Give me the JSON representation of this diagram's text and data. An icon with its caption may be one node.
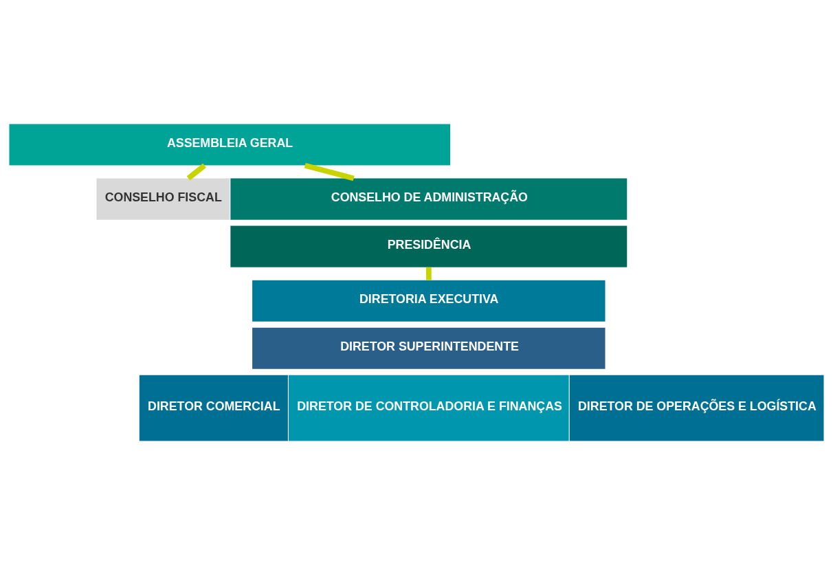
{
  "diagram": {
    "nodes": [
      {
        "text": [
          "ASSEMBLEIA GERAL"
        ]
      },
      {
        "text": [
          "CONSELHO FISCAL"
        ]
      },
      {
        "text": [
          "CONSELHO DE ADMINISTRAÇÃO"
        ]
      },
      {
        "text": [
          "PRESIDÊNCIA"
        ]
      },
      {
        "text": [
          "DIRETORIA EXECUTIVA"
        ]
      },
      {
        "text": [
          "DIRETOR SUPERINTENDENTE"
        ]
      },
      {
        "text": [
          "DIRETOR COMERCIAL"
        ]
      },
      {
        "text": [
          "DIRETOR DE CONTROLADORIA E FINANÇAS"
        ]
      },
      {
        "text": [
          "DIRETOR DE OPERAÇÕES E LOGÍSTICA"
        ]
      }
    ],
    "edges": [
      {
        "from": 0,
        "to": 2,
        "arrow": "none"
      },
      {
        "from": 0,
        "to": 1,
        "arrow": "none"
      },
      {
        "from": 3,
        "to": 4,
        "arrow": "none"
      }
    ]
  }
}
